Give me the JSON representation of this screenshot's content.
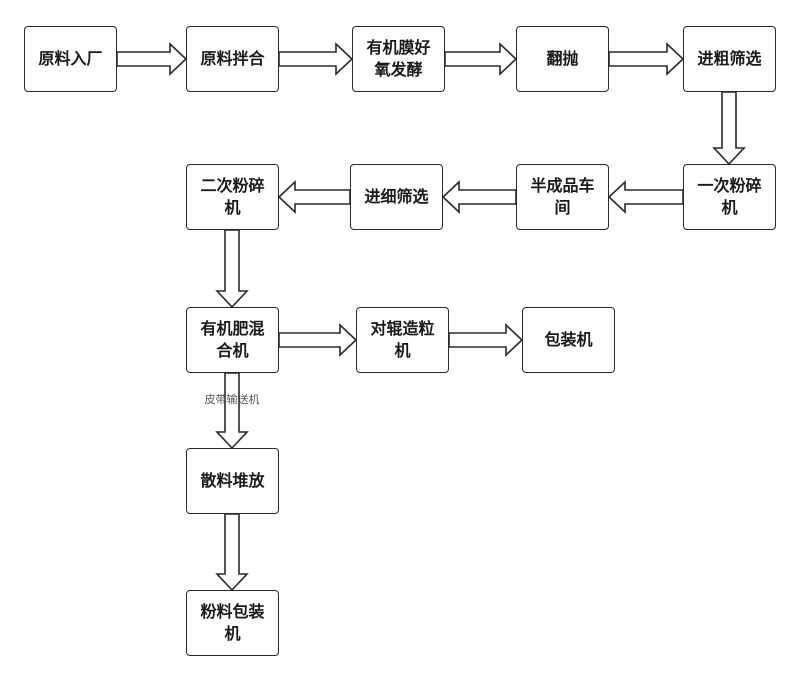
{
  "colors": {
    "stroke": "#2a2a2a",
    "background": "#ffffff",
    "text": "#1a1a1a"
  },
  "nodes": {
    "raw_material_in": "原料入厂",
    "raw_mixing": "原料拌合",
    "membrane_fermentation": "有机膜好氧发酵",
    "turning": "翻抛",
    "coarse_screening": "进粗筛选",
    "primary_crusher": "一次粉碎机",
    "semi_product_workshop": "半成品车间",
    "fine_screening": "进细筛选",
    "secondary_crusher": "二次粉碎机",
    "fertilizer_mixer": "有机肥混合机",
    "roller_granulator": "对辊造粒机",
    "packaging_machine": "包装机",
    "bulk_storage": "散料堆放",
    "powder_packaging": "粉料包装机"
  },
  "edge_labels": {
    "belt_conveyor": "皮带输送机"
  }
}
